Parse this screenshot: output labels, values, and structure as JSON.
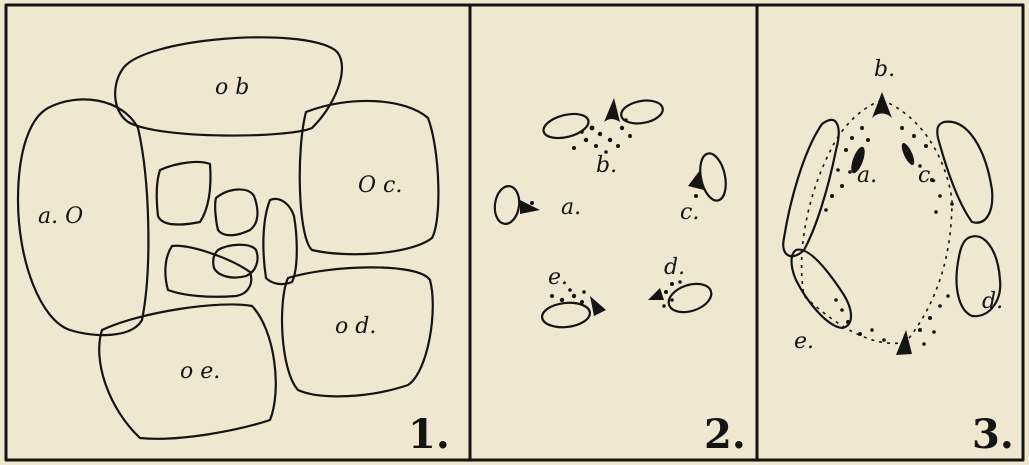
{
  "panels": [
    {
      "number": "1.",
      "labels": {
        "a": "a. O",
        "b": "o b",
        "c": "O c.",
        "d": "o d.",
        "e": "o e."
      }
    },
    {
      "number": "2.",
      "labels": {
        "a": "a.",
        "b": "b.",
        "c": "c.",
        "d": "d.",
        "e": "e."
      }
    },
    {
      "number": "3.",
      "labels": {
        "a": "a.",
        "b": "b.",
        "c": "c.",
        "d": "d.",
        "e": "e."
      }
    }
  ],
  "colors": {
    "paper": "#efe7cf",
    "ink": "#141414"
  }
}
